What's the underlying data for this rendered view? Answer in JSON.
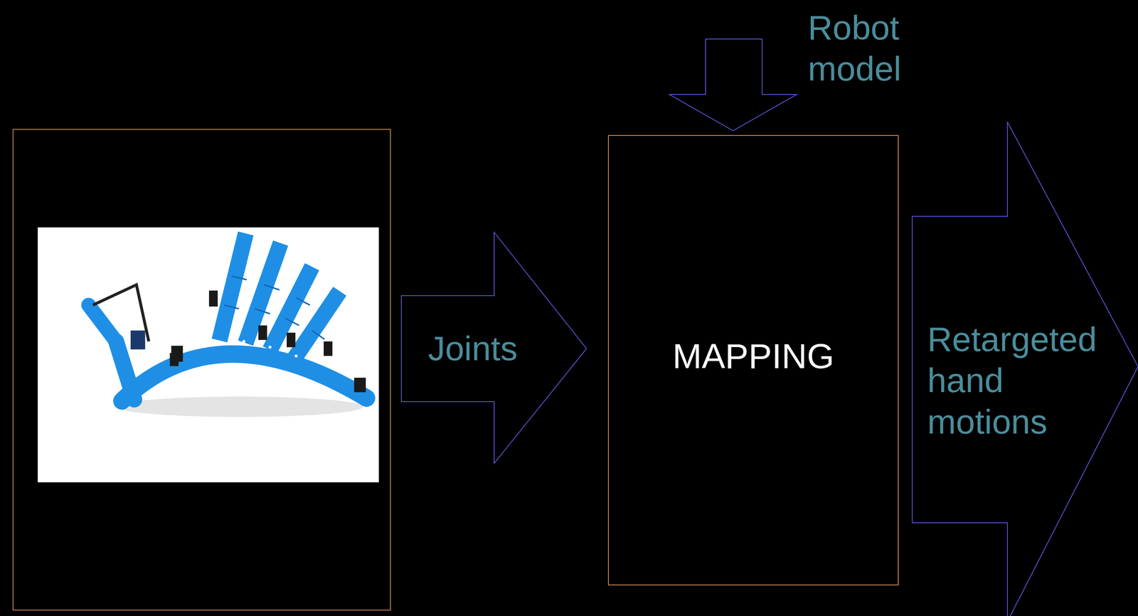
{
  "diagram": {
    "nodes": [
      {
        "text": [
          "Robot model"
        ]
      },
      {
        "text": [
          "Joints"
        ]
      },
      {
        "text": [
          "MAPPING"
        ]
      },
      {
        "text": [
          "Retargeted hand motions"
        ]
      }
    ]
  }
}
